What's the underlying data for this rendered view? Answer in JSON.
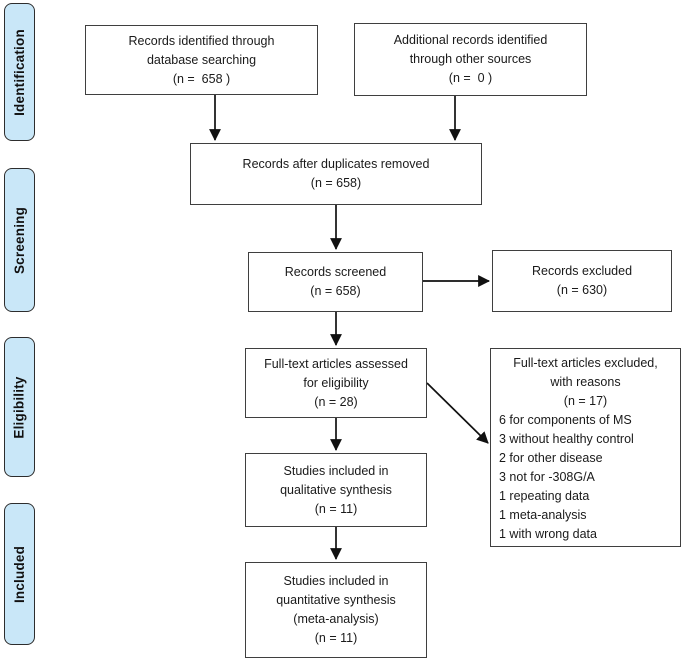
{
  "figure": {
    "type": "prisma-flow-diagram"
  },
  "colors": {
    "stage_fill": "#c9e7f8",
    "stage_border": "#2d2d2d",
    "box_border": "#3f3f3f",
    "arrow": "#111111",
    "text": "#1a1a1a"
  },
  "stages": {
    "identification": "Identification",
    "screening": "Screening",
    "eligibility": "Eligibility",
    "included": "Included"
  },
  "boxes": {
    "identified": {
      "lines": [
        "Records identified through",
        "database searching",
        "(n =  658 )"
      ]
    },
    "additional": {
      "lines": [
        "Additional records identified",
        "through other sources",
        "(n =  0 )"
      ]
    },
    "duplicates_removed": {
      "lines": [
        "Records after duplicates removed",
        "(n = 658)"
      ]
    },
    "screened": {
      "lines": [
        "Records screened",
        "(n = 658)"
      ]
    },
    "excluded": {
      "lines": [
        "Records excluded",
        "(n = 630)"
      ]
    },
    "fulltext_assessed": {
      "lines": [
        "Full-text articles assessed",
        "for eligibility",
        "(n = 28)"
      ]
    },
    "fulltext_excluded": {
      "title_lines": [
        "Full-text articles excluded,",
        "with reasons",
        "(n = 17)"
      ],
      "reasons": [
        "6 for components of MS",
        "3 without healthy control",
        "2 for other disease",
        "3 not for -308G/A",
        "1 repeating data",
        "1 meta-analysis",
        "1 with wrong data"
      ]
    },
    "qualitative": {
      "lines": [
        "Studies included in",
        "qualitative synthesis",
        "(n = 11)"
      ]
    },
    "quantitative": {
      "lines": [
        "Studies included in",
        "quantitative synthesis",
        "(meta-analysis)",
        "(n = 11)"
      ]
    }
  }
}
